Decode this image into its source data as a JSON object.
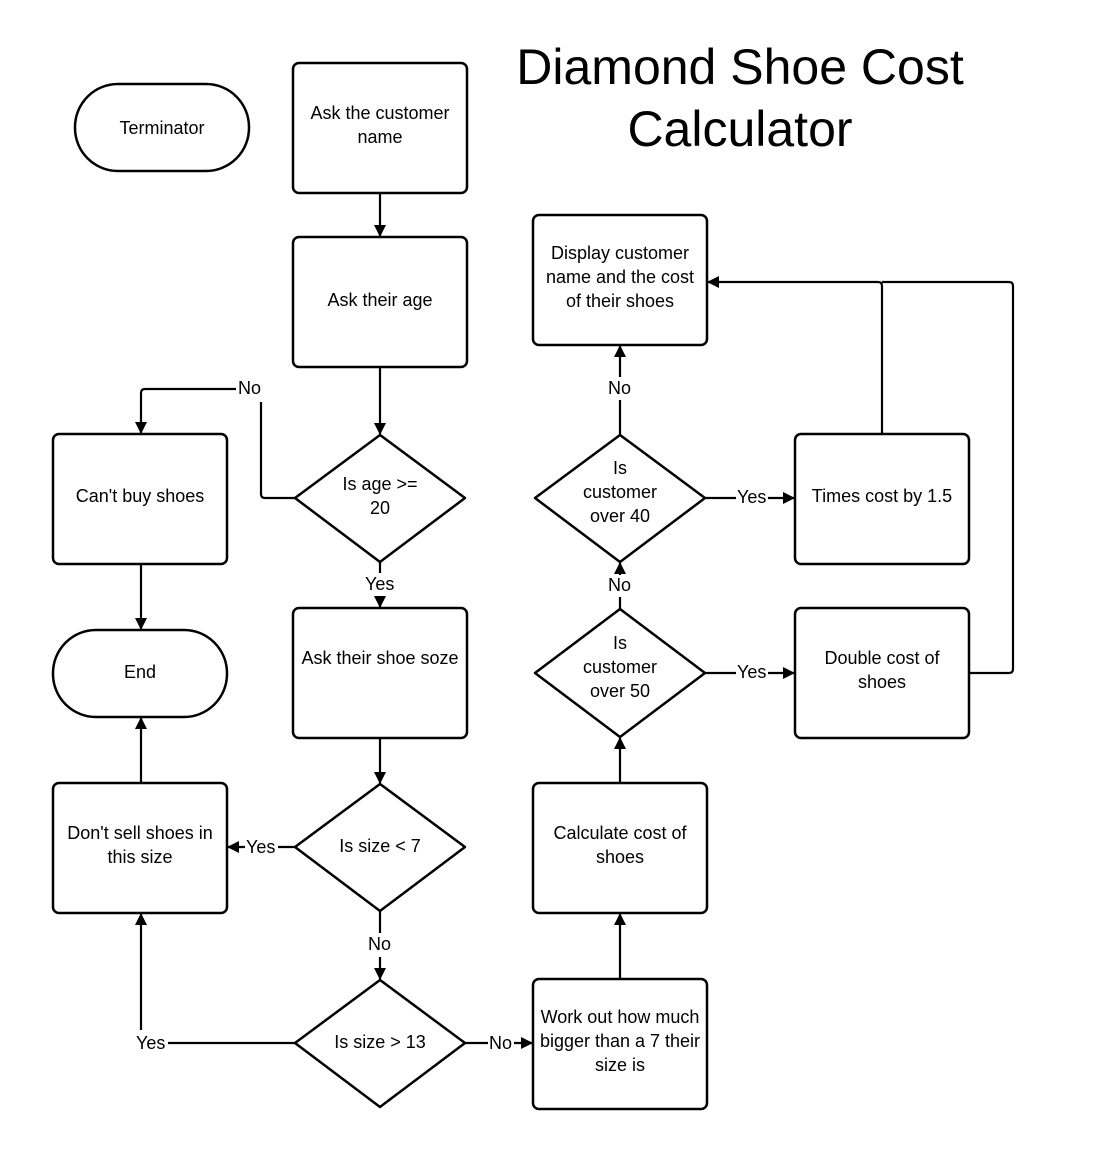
{
  "title": "Diamond Shoe Cost Calculator",
  "nodes": {
    "terminator": "Terminator",
    "ask_name": "Ask the customer name",
    "ask_age": "Ask their age",
    "age_check": "Is age >= 20",
    "cant_buy": "Can't buy shoes",
    "end": "End",
    "ask_size": "Ask their shoe soze",
    "size_lt_7": "Is size < 7",
    "dont_sell": "Don't sell shoes in this size",
    "size_gt_13": "Is size > 13",
    "work_out": "Work out how much bigger than a 7 their size is",
    "calculate": "Calculate cost of shoes",
    "over_50": "Is customer over 50",
    "over_40": "Is customer over 40",
    "double": "Double cost of shoes",
    "times": "Times cost by 1.5",
    "display": "Display customer name and the cost of their shoes"
  },
  "labels": {
    "age_no": "No",
    "age_yes": "Yes",
    "size7_yes": "Yes",
    "size7_no": "No",
    "size13_yes": "Yes",
    "size13_no": "No",
    "over50_no": "No",
    "over50_yes": "Yes",
    "over40_no": "No",
    "over40_yes": "Yes"
  },
  "colors": {
    "stroke": "#000000",
    "background": "#ffffff"
  }
}
